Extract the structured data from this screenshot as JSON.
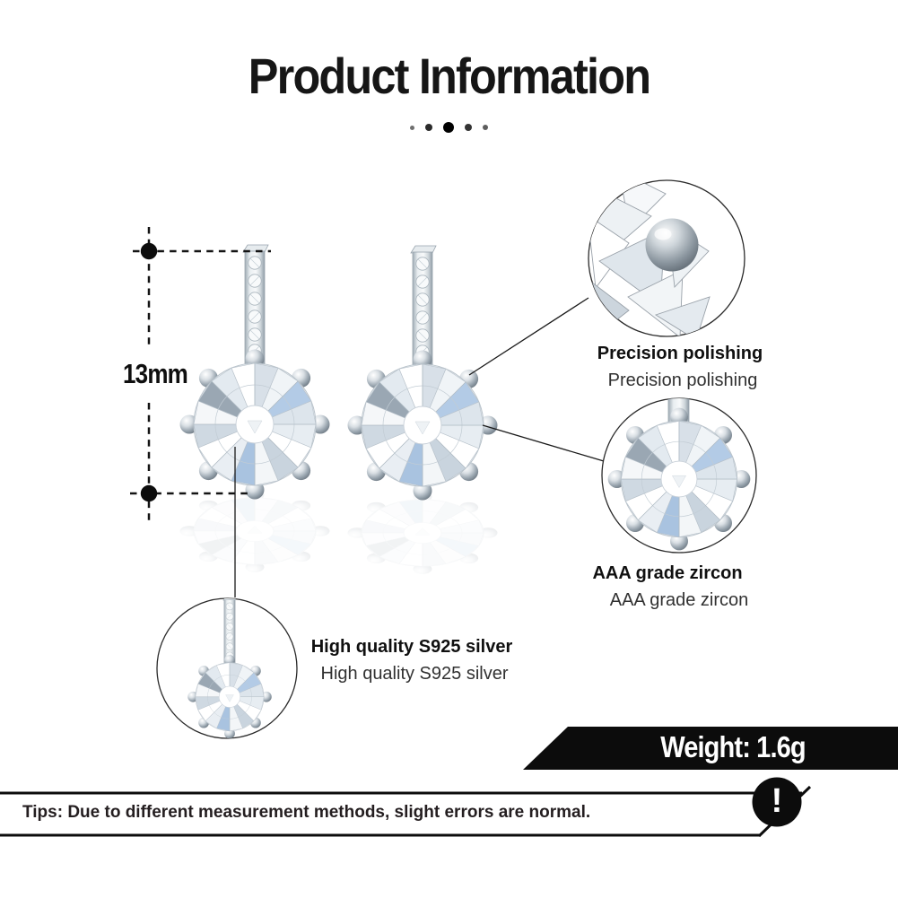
{
  "page": {
    "title": "Product Information"
  },
  "decoration": {
    "dots_icon": "dots-decoration",
    "dot_count": 5
  },
  "measurement": {
    "height_label": "13mm"
  },
  "callouts": {
    "precision": {
      "title": "Precision polishing",
      "subtitle": "Precision polishing"
    },
    "zircon": {
      "title": "AAA grade zircon",
      "subtitle": "AAA grade zircon"
    },
    "silver": {
      "title": "High quality S925 silver",
      "subtitle": "High quality S925 silver"
    }
  },
  "weight": {
    "label": "Weight: 1.6g"
  },
  "tips": {
    "text": "Tips: Due to different measurement methods, slight errors are normal.",
    "icon": "exclamation-icon",
    "exclamation_char": "!"
  },
  "colors": {
    "banner_black": "#0c0c0c",
    "title_text": "#161616",
    "label_bold_text": "#101010",
    "label_regular_text": "#313131",
    "tips_text": "#241e20",
    "silver_light": "#f0f3f6",
    "silver_mid": "#c3ccd3",
    "silver_dark": "#8d99a3",
    "facet_blue": "#a9c3e1",
    "white": "#ffffff"
  }
}
